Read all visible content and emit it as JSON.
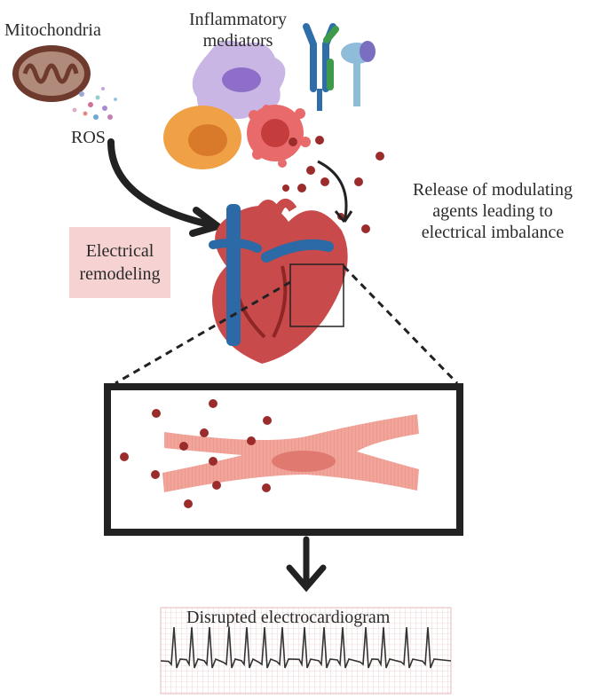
{
  "labels": {
    "mitochondria": "Mitochondria",
    "inflammatory": [
      "Inflammatory",
      "mediators"
    ],
    "ros": "ROS",
    "release": [
      "Release of modulating",
      "agents leading to",
      "electrical imbalance"
    ],
    "remodeling": [
      "Electrical",
      "remodeling"
    ],
    "ecg_title": "Disrupted electrocardiogram"
  },
  "colors": {
    "particle": "#9b2c2c",
    "mitochondria": "#8a4b3c",
    "macrophage": "#c9b6e4",
    "neutrophil": "#f0a045",
    "mast_cell": "#e05a5a",
    "heart": "#c84a4a",
    "vessel": "#2b6aa6",
    "muscle": "#f2a39a",
    "remodel_box": "#f6d2d2"
  },
  "icons": [
    "mitochondria-icon",
    "macrophage-icon",
    "neutrophil-icon",
    "mast-cell-icon",
    "antibody-icon",
    "receptor-icon",
    "heart-icon",
    "cardiomyocyte-icon",
    "ecg-trace-icon"
  ]
}
